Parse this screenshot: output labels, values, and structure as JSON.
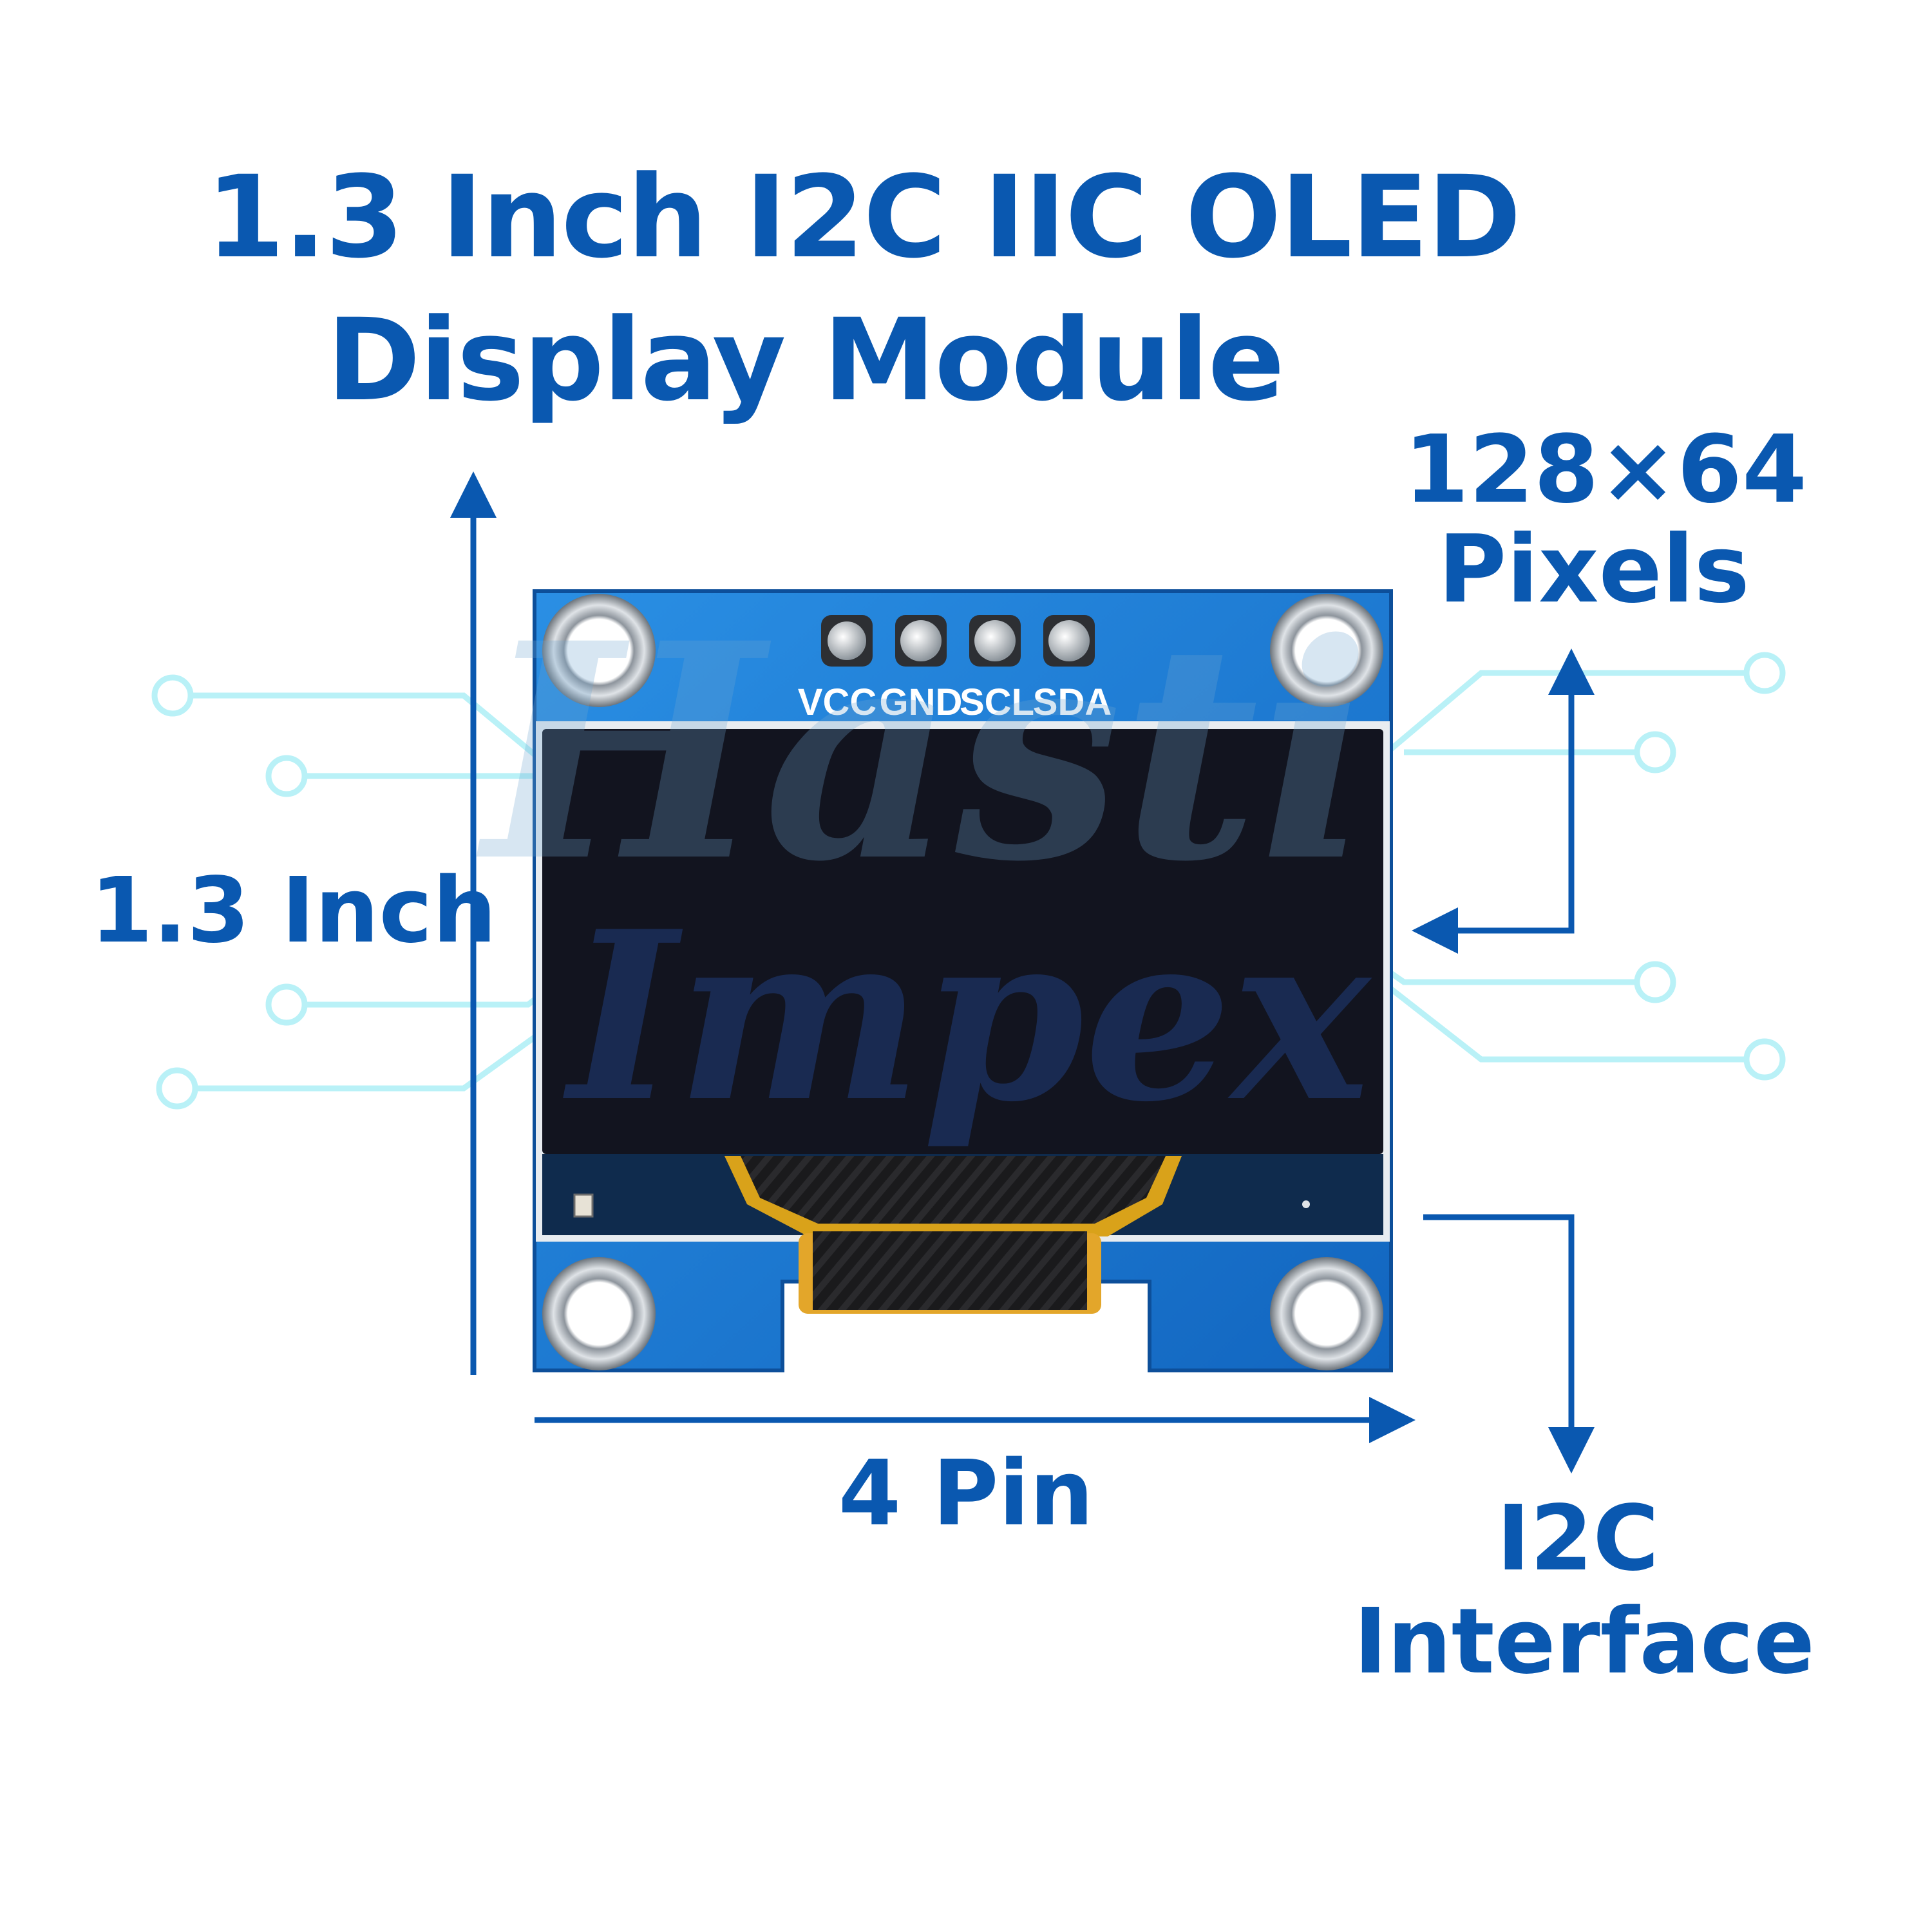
{
  "title": {
    "line1": "1.3 Inch I2C IIC OLED",
    "line2": "Display Module"
  },
  "callouts": {
    "size": "1.3 Inch",
    "pixels_line1": "128×64",
    "pixels_line2": "Pixels",
    "pins": "4 Pin",
    "interface_line1": "I2C",
    "interface_line2": "Interface"
  },
  "module": {
    "pin_labels": [
      "VCC",
      "GND",
      "SCL",
      "SDA"
    ]
  },
  "watermark": {
    "line1": "Hasti",
    "line2": "Impex"
  },
  "colors": {
    "text_blue": "#0a58b0",
    "pcb_blue": "#1b7fd6",
    "screen": "#12141f",
    "circuit_lines": "#b9f1f7"
  }
}
